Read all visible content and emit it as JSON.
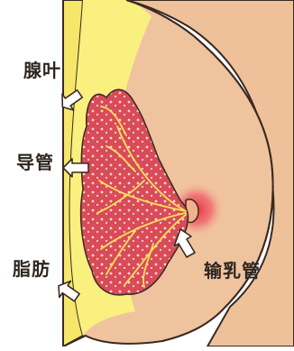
{
  "labels": {
    "lobule": "腺叶",
    "duct": "导管",
    "fat": "脂肪",
    "lactiferous_duct": "输乳管"
  }
}
